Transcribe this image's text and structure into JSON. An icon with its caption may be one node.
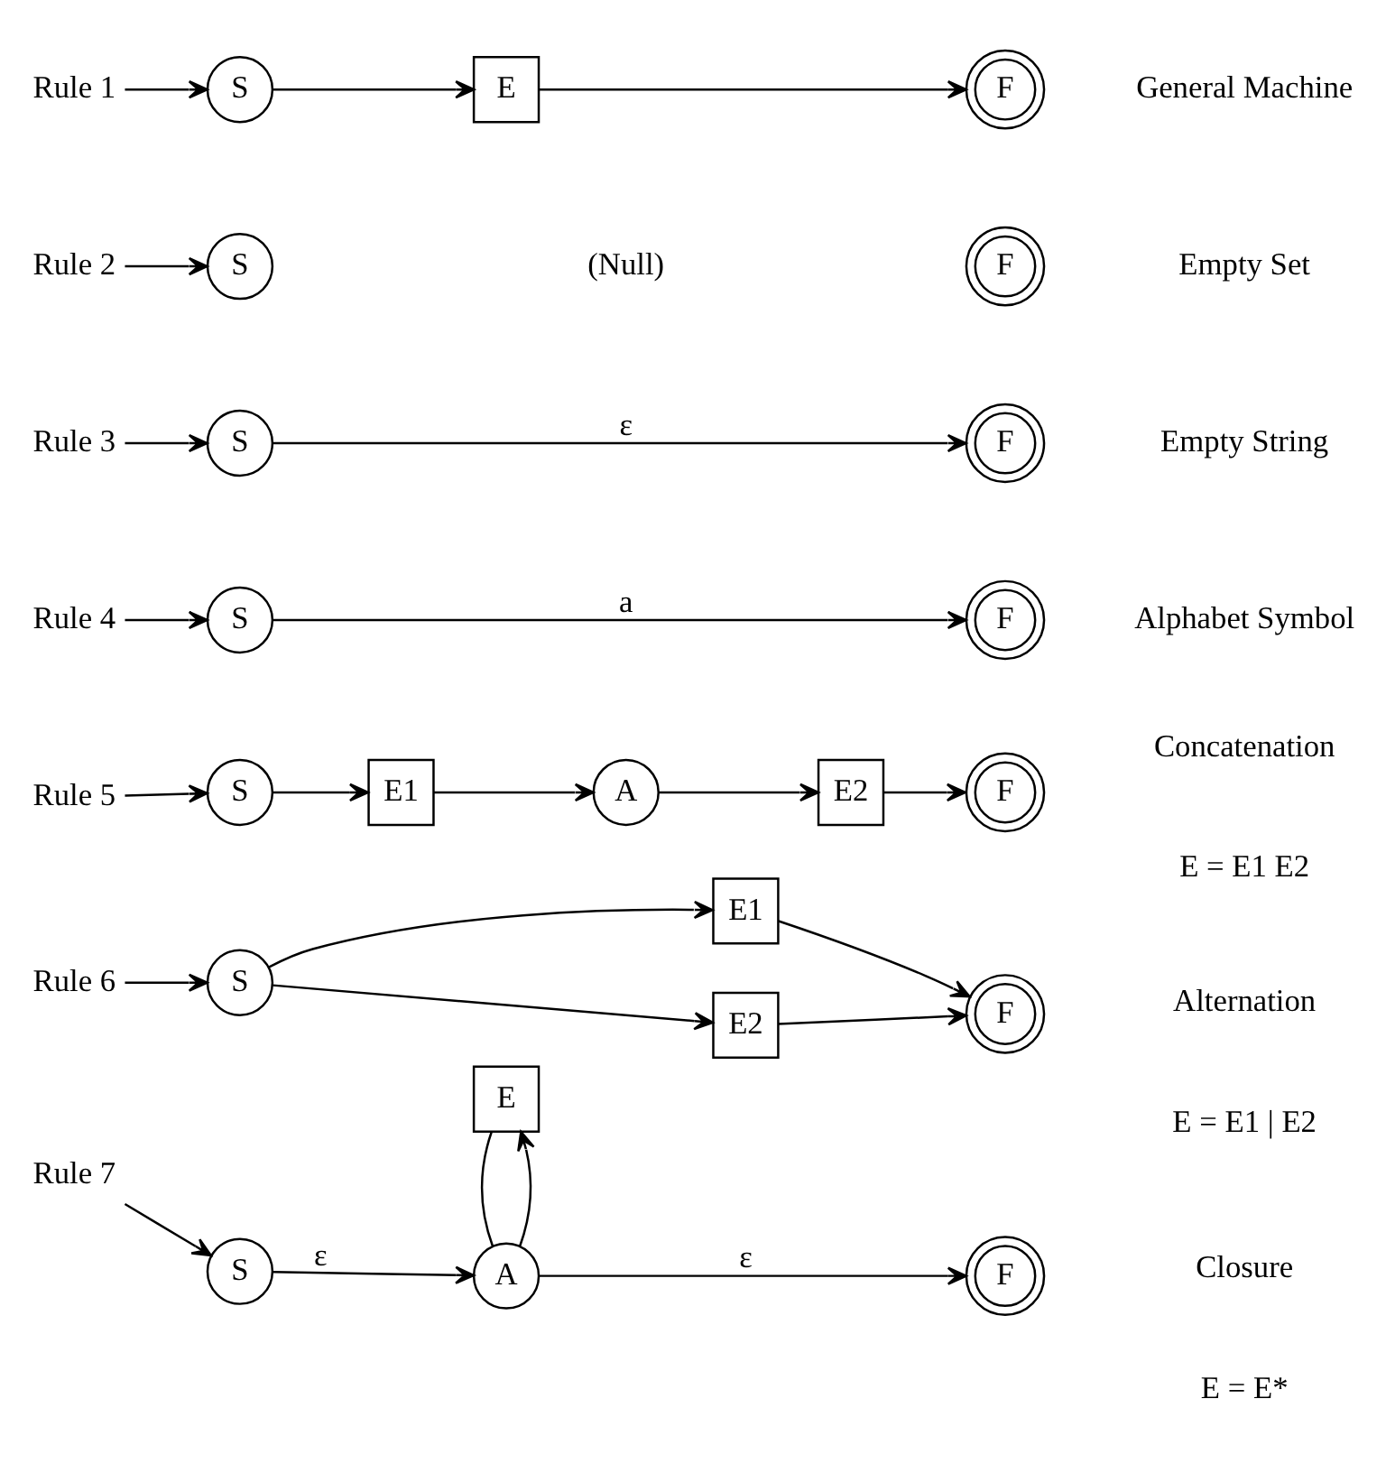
{
  "diagram": {
    "nodes": [
      {
        "text": [
          "Rule 1"
        ]
      },
      {
        "text": [
          "S"
        ]
      },
      {
        "text": [
          "E"
        ]
      },
      {
        "text": [
          "F"
        ]
      },
      {
        "text": [
          "Rule 2"
        ]
      },
      {
        "text": [
          "S"
        ]
      },
      {
        "text": [
          "F"
        ]
      },
      {
        "text": [
          "Rule 3"
        ]
      },
      {
        "text": [
          "S"
        ]
      },
      {
        "text": [
          "F"
        ]
      },
      {
        "text": [
          "Rule 4"
        ]
      },
      {
        "text": [
          "S"
        ]
      },
      {
        "text": [
          "F"
        ]
      },
      {
        "text": [
          "Rule 5"
        ]
      },
      {
        "text": [
          "S"
        ]
      },
      {
        "text": [
          "E1"
        ]
      },
      {
        "text": [
          "A"
        ]
      },
      {
        "text": [
          "E2"
        ]
      },
      {
        "text": [
          "F"
        ]
      },
      {
        "text": [
          "Rule 6"
        ]
      },
      {
        "text": [
          "S"
        ]
      },
      {
        "text": [
          "E1"
        ]
      },
      {
        "text": [
          "E2"
        ]
      },
      {
        "text": [
          "F"
        ]
      },
      {
        "text": [
          "Rule 7"
        ]
      },
      {
        "text": [
          "S"
        ]
      },
      {
        "text": [
          "E"
        ]
      },
      {
        "text": [
          "A"
        ]
      },
      {
        "text": [
          "F"
        ]
      }
    ],
    "edges": [
      {
        "from": 0,
        "to": 1,
        "arrow": "to"
      },
      {
        "from": 1,
        "to": 2,
        "arrow": "to"
      },
      {
        "from": 2,
        "to": 3,
        "arrow": "to"
      },
      {
        "from": 4,
        "to": 5,
        "arrow": "to"
      },
      {
        "from": 7,
        "to": 8,
        "arrow": "to"
      },
      {
        "from": 8,
        "to": 9,
        "arrow": "to",
        "label": "ε"
      },
      {
        "from": 10,
        "to": 11,
        "arrow": "to"
      },
      {
        "from": 11,
        "to": 12,
        "arrow": "to",
        "label": "a"
      },
      {
        "from": 13,
        "to": 14,
        "arrow": "to"
      },
      {
        "from": 14,
        "to": 15,
        "arrow": "to"
      },
      {
        "from": 15,
        "to": 16,
        "arrow": "to"
      },
      {
        "from": 16,
        "to": 17,
        "arrow": "to"
      },
      {
        "from": 17,
        "to": 18,
        "arrow": "to"
      },
      {
        "from": 19,
        "to": 20,
        "arrow": "to"
      },
      {
        "from": 20,
        "to": 21,
        "arrow": "to"
      },
      {
        "from": 20,
        "to": 22,
        "arrow": "to"
      },
      {
        "from": 21,
        "to": 23,
        "arrow": "to"
      },
      {
        "from": 22,
        "to": 23,
        "arrow": "to"
      },
      {
        "from": 24,
        "to": 25,
        "arrow": "to"
      },
      {
        "from": 25,
        "to": 27,
        "arrow": "to",
        "label": "ε"
      },
      {
        "from": 27,
        "to": 26,
        "arrow": "to"
      },
      {
        "from": 26,
        "to": 27,
        "arrow": "none"
      },
      {
        "from": 27,
        "to": 28,
        "arrow": "to",
        "label": "ε"
      }
    ],
    "labels": [
      "General Machine",
      "(Null)",
      "Empty Set",
      "Empty String",
      "Alphabet Symbol",
      "Concatenation",
      "E = E1 E2",
      "Alternation",
      "E = E1 | E2",
      "Closure",
      "E = E*"
    ]
  }
}
